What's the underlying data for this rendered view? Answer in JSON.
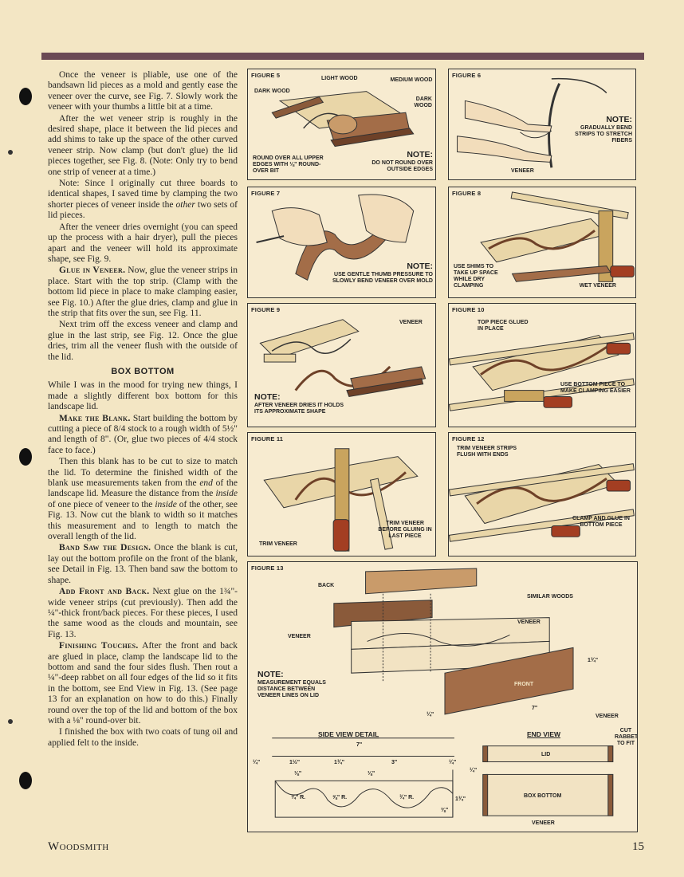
{
  "page": {
    "footer_left": "Woodsmith",
    "page_number": "15"
  },
  "text": {
    "p1": "Once the veneer is pliable, use one of the bandsawn lid pieces as a mold and gently ease the veneer over the curve, see Fig. 7. Slowly work the veneer with your thumbs a little bit at a time.",
    "p2": "After the wet veneer strip is roughly in the desired shape, place it between the lid pieces and add shims to take up the space of the other curved veneer strip. Now clamp (but don't glue) the lid pieces together, see Fig. 8. (Note: Only try to bend one strip of veneer at a time.)",
    "p3a": "Note: Since I originally cut three boards to identical shapes, I saved time by clamping the two shorter pieces of veneer inside the ",
    "p3b": "other",
    "p3c": " two sets of lid pieces.",
    "p4": "After the veneer dries overnight (you can speed up the process with a hair dryer), pull the pieces apart and the veneer will hold its approximate shape, see Fig. 9.",
    "p5_head": "Glue in Veneer.",
    "p5": " Now, glue the veneer strips in place. Start with the top strip. (Clamp with the bottom lid piece in place to make clamping easier, see Fig. 10.) After the glue dries, clamp and glue in the strip that fits over the sun, see Fig. 11.",
    "p6": "Next trim off the excess veneer and clamp and glue in the last strip, see Fig. 12. Once the glue dries, trim all the veneer flush with the outside of the lid.",
    "h_box": "BOX BOTTOM",
    "p7": "While I was in the mood for trying new things, I made a slightly different box bottom for this landscape lid.",
    "p8_head": "Make the Blank.",
    "p8": " Start building the bottom by cutting a piece of 8/4 stock to a rough width of 5½\" and length of 8\". (Or, glue two pieces of 4/4 stock face to face.)",
    "p9a": "Then this blank has to be cut to size to match the lid. To determine the finished width of the blank use measurements taken from the ",
    "p9b": "end",
    "p9c": " of the landscape lid. Measure the distance from the ",
    "p9d": "inside",
    "p9e": " of one piece of veneer to the ",
    "p9f": "inside",
    "p9g": " of the other, see Fig. 13. Now cut the blank to width so it matches this measurement and to length to match the overall length of the lid.",
    "p10_head": "Band Saw the Design.",
    "p10": " Once the blank is cut, lay out the bottom profile on the front of the blank, see Detail in Fig. 13. Then band saw the bottom to shape.",
    "p11_head": "Add Front and Back.",
    "p11": " Next glue on the 1¾\"-wide veneer strips (cut previously). Then add the ¼\"-thick front/back pieces. For these pieces, I used the same wood as the clouds and mountain, see Fig. 13.",
    "p12_head": "Finishing Touches.",
    "p12": " After the front and back are glued in place, clamp the landscape lid to the bottom and sand the four sides flush. Then rout a ¼\"-deep rabbet on all four edges of the lid so it fits in the bottom, see End View in Fig. 13. (See page 13 for an explanation on how to do this.) Finally round over the top of the lid and bottom of the box with a ⅛\" round-over bit.",
    "p13": "I finished the box with two coats of tung oil and applied felt to the inside."
  },
  "figures": {
    "f5": {
      "label": "FIGURE 5",
      "light_wood": "LIGHT WOOD",
      "dark_wood": "DARK WOOD",
      "medium_wood": "MEDIUM WOOD",
      "dark_wood2": "DARK WOOD",
      "round_over": "ROUND OVER ALL UPPER EDGES WITH ⅛\" ROUND-OVER BIT",
      "note_h": "NOTE:",
      "note": "DO NOT ROUND OVER OUTSIDE EDGES"
    },
    "f6": {
      "label": "FIGURE 6",
      "note_h": "NOTE:",
      "note": "GRADUALLY BEND STRIPS TO STRETCH FIBERS",
      "veneer": "VENEER"
    },
    "f7": {
      "label": "FIGURE 7",
      "note_h": "NOTE:",
      "note": "USE GENTLE THUMB PRESSURE TO SLOWLY BEND VENEER OVER MOLD"
    },
    "f8": {
      "label": "FIGURE 8",
      "shims": "USE SHIMS TO TAKE UP SPACE WHILE DRY CLAMPING",
      "wet": "WET VENEER"
    },
    "f9": {
      "label": "FIGURE 9",
      "veneer": "VENEER",
      "note_h": "NOTE:",
      "note": "AFTER VENEER DRIES IT HOLDS ITS APPROXIMATE SHAPE"
    },
    "f10": {
      "label": "FIGURE 10",
      "top": "TOP PIECE GLUED IN PLACE",
      "bottom": "USE BOTTOM PIECE TO MAKE CLAMPING EASIER"
    },
    "f11": {
      "label": "FIGURE 11",
      "trim_before": "TRIM VENEER BEFORE GLUING IN LAST PIECE",
      "trim": "TRIM VENEER"
    },
    "f12": {
      "label": "FIGURE 12",
      "trim": "TRIM VENEER STRIPS FLUSH WITH ENDS",
      "clamp": "CLAMP AND GLUE IN BOTTOM PIECE"
    },
    "f13": {
      "label": "FIGURE 13",
      "back": "BACK",
      "similar": "SIMILAR WOODS",
      "veneer_a": "VENEER",
      "veneer_b": "VENEER",
      "dim_1_75": "1¾\"",
      "front": "FRONT",
      "note_h": "NOTE:",
      "note": "MEASUREMENT EQUALS DISTANCE BETWEEN VENEER LINES ON LID",
      "dim_7": "7\"",
      "dim_q": "¼\"",
      "side_title": "SIDE VIEW DETAIL",
      "sv_7": "7\"",
      "sv_q1": "¼\"",
      "sv_1_5": "1½\"",
      "sv_1_75": "1¾\"",
      "sv_3": "3\"",
      "sv_q2": "¼\"",
      "sv_e1": "⅛\"",
      "sv_e2": "⅛\"",
      "sv_r1": "¾\" R.",
      "sv_r2": "⅝\" R.",
      "sv_r3": "¾\" R.",
      "sv_h1": "1¾\"",
      "sv_h2": "⅜\"",
      "end_title": "END VIEW",
      "ev_veneer": "VENEER",
      "ev_cut": "CUT RABBET TO FIT",
      "ev_lid": "LID",
      "ev_q": "¼\"",
      "ev_box": "BOX BOTTOM",
      "ev_veneer2": "VENEER"
    }
  }
}
